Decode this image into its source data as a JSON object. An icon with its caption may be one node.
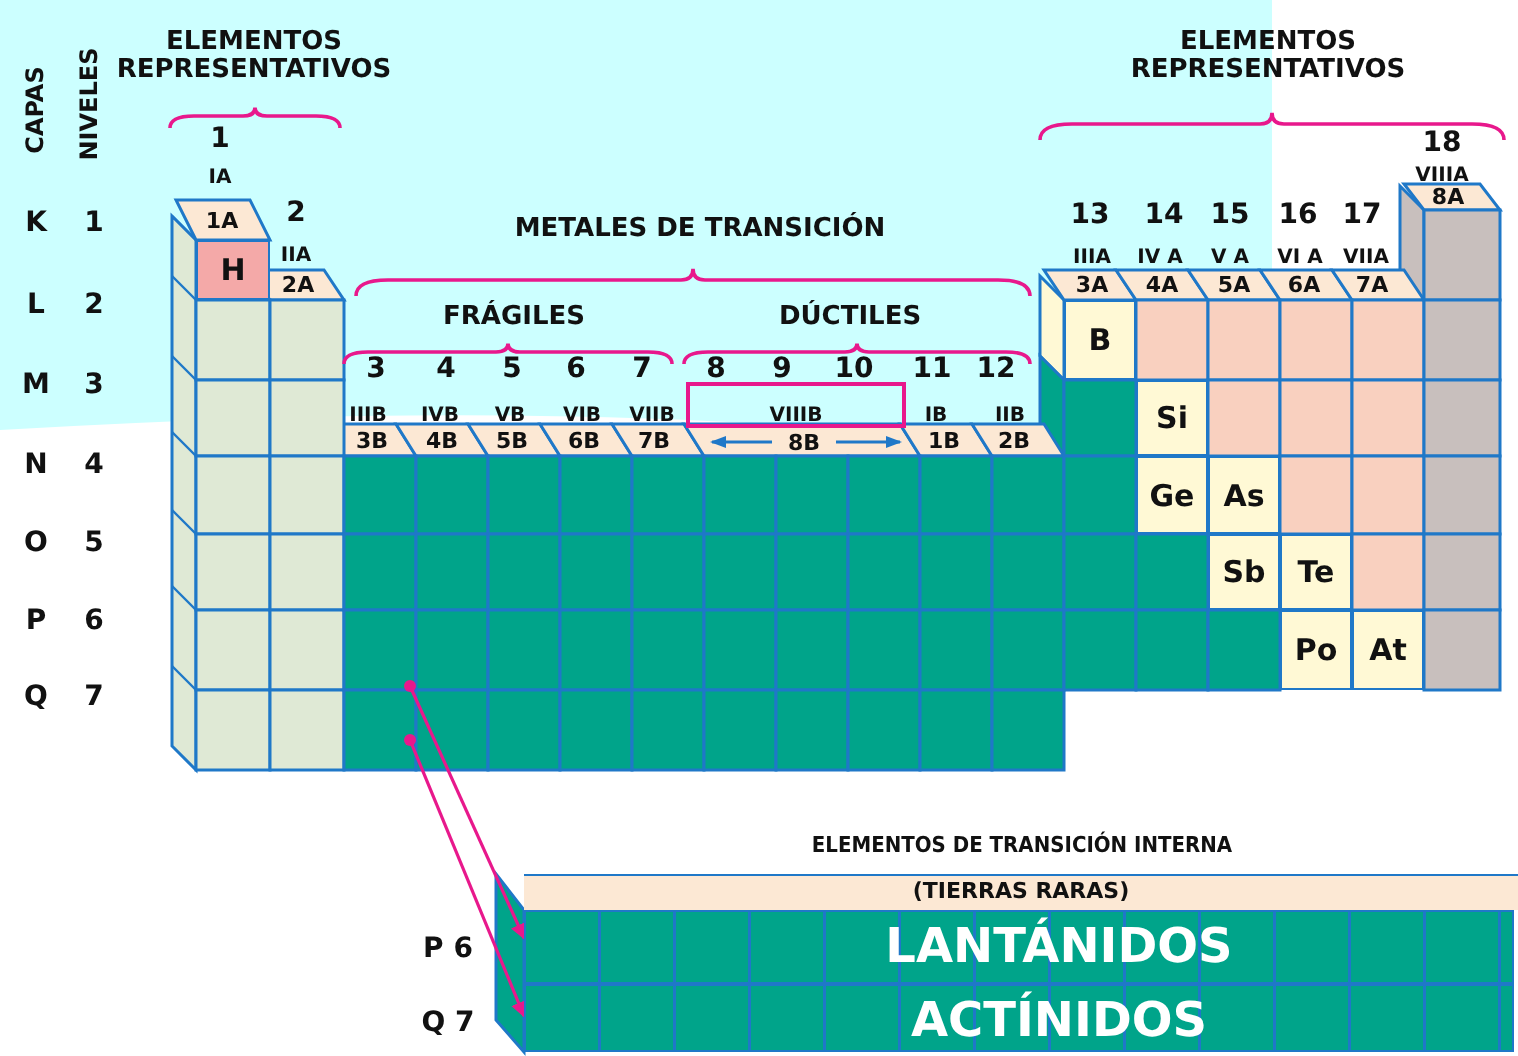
{
  "diagram": {
    "nodes": [
      {
        "text": [
          "H"
        ]
      },
      {
        "text": [
          "B"
        ]
      },
      {
        "text": [
          "Si"
        ]
      },
      {
        "text": [
          "Ge"
        ]
      },
      {
        "text": [
          "As"
        ]
      },
      {
        "text": [
          "Sb"
        ]
      },
      {
        "text": [
          "Te"
        ]
      },
      {
        "text": [
          "Po"
        ]
      },
      {
        "text": [
          "At"
        ]
      },
      {
        "text": [
          "ELEMENTOS DE TRANSICIÓN INTERNA",
          "(TIERRAS RARAS)"
        ]
      },
      {
        "text": [
          "LANTÁNIDOS"
        ],
        "beside": [
          "P 6"
        ]
      },
      {
        "text": [
          "ACTÍNIDOS"
        ],
        "beside": [
          "Q 7"
        ]
      }
    ],
    "edges": [
      {
        "from": null,
        "to": 10,
        "arrow": "to"
      },
      {
        "from": null,
        "to": 11,
        "arrow": "to"
      }
    ],
    "labels": [
      "ELEMENTOS REPRESENTATIVOS",
      "ELEMENTOS REPRESENTATIVOS",
      "CAPAS",
      "NIVELES",
      "1",
      "18",
      "IA",
      "VIIIA",
      "8A",
      "K",
      "1",
      "1A",
      "2",
      "METALES DE TRANSICIÓN",
      "13",
      "14",
      "15",
      "16",
      "17",
      "IIA",
      "IIIA",
      "IV A",
      "V A",
      "VI A",
      "VIIA",
      "2A",
      "3A",
      "4A",
      "5A",
      "6A",
      "7A",
      "L",
      "2",
      "FRÁGILES",
      "DÚCTILES",
      "M",
      "3",
      "3",
      "4",
      "5",
      "6",
      "7",
      "8",
      "9",
      "10",
      "11",
      "12",
      "IIIB",
      "IVB",
      "VB",
      "VIB",
      "VIIB",
      "VIIIB",
      "IB",
      "IIB",
      "3B",
      "4B",
      "5B",
      "6B",
      "7B",
      "8B",
      "1B",
      "2B",
      "N",
      "4",
      "O",
      "5",
      "P",
      "6",
      "Q",
      "7"
    ]
  }
}
